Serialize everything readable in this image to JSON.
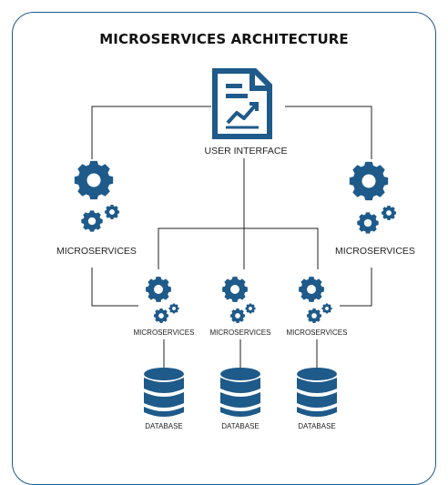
{
  "title": "MICROSERVICES ARCHITECTURE",
  "colors": {
    "accent": "#1e5a8a",
    "line": "#222222",
    "text": "#222222"
  },
  "nodes": {
    "user_interface": {
      "label": "USER INTERFACE",
      "icon": "document-chart-icon"
    },
    "microservice_left": {
      "label": "MICROSERVICES",
      "icon": "gears-icon"
    },
    "microservice_right": {
      "label": "MICROSERVICES",
      "icon": "gears-icon"
    },
    "microservices_bottom": [
      {
        "label": "MICROSERVICES",
        "icon": "gears-icon"
      },
      {
        "label": "MICROSERVICES",
        "icon": "gears-icon"
      },
      {
        "label": "MICROSERVICES",
        "icon": "gears-icon"
      }
    ],
    "databases": [
      {
        "label": "DATABASE",
        "icon": "database-icon"
      },
      {
        "label": "DATABASE",
        "icon": "database-icon"
      },
      {
        "label": "DATABASE",
        "icon": "database-icon"
      }
    ]
  }
}
